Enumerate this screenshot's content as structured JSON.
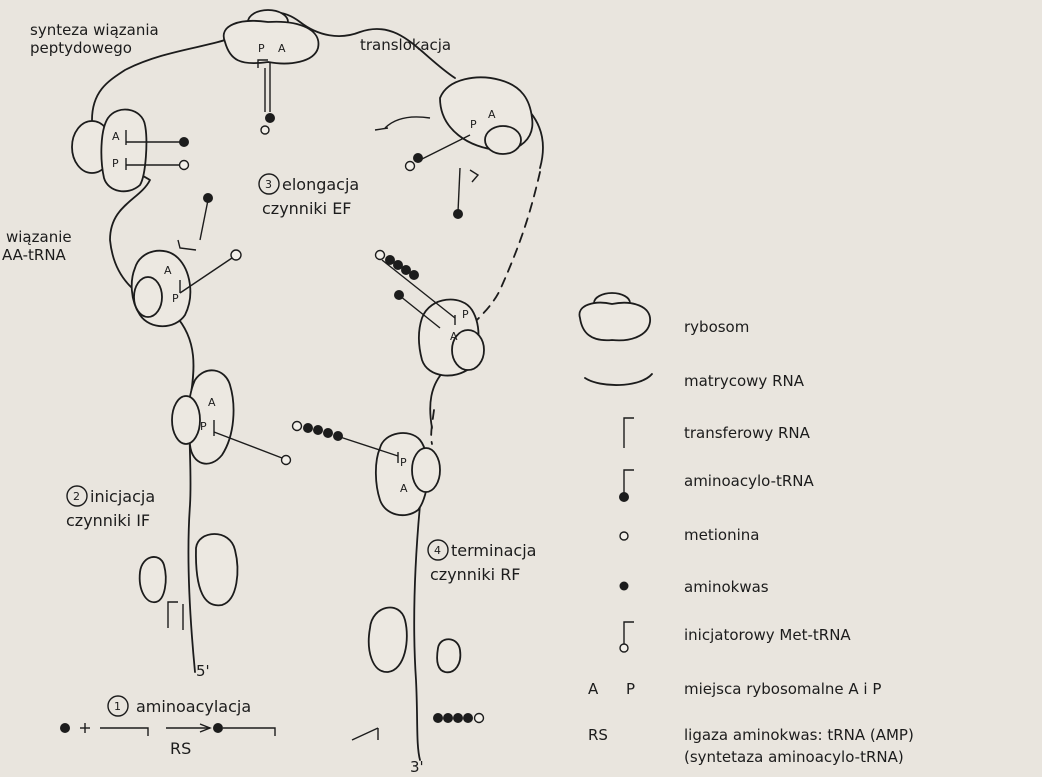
{
  "labels": {
    "peptide_synthesis_line1": "synteza wiązania",
    "peptide_synthesis_line2": "peptydowego",
    "translocation": "translokacja",
    "aa_trna_binding_line1": "wiązanie",
    "aa_trna_binding_line2": "AA-tRNA",
    "elongation_num": "3",
    "elongation_title": "elongacja",
    "elongation_factors": "czynniki EF",
    "initiation_num": "2",
    "initiation_title": "inicjacja",
    "initiation_factors": "czynniki IF",
    "termination_num": "4",
    "termination_title": "terminacja",
    "termination_factors": "czynniki RF",
    "aminoacylation_num": "1",
    "aminoacylation_title": "aminoacylacja",
    "rs_label": "RS",
    "five_prime": "5'",
    "three_prime": "3'",
    "site_a": "A",
    "site_p": "P"
  },
  "legend": {
    "ribosome": "rybosom",
    "mrna": "matrycowy RNA",
    "trna": "transferowy RNA",
    "aa_trna": "aminoacylo-tRNA",
    "methionine": "metionina",
    "amino_acid": "aminokwas",
    "init_met_trna": "inicjatorowy Met-tRNA",
    "sites_symbol_a": "A",
    "sites_symbol_p": "P",
    "sites": "miejsca rybosomalne A i P",
    "rs_symbol": "RS",
    "ligase_line1": "ligaza aminokwas: tRNA (AMP)",
    "ligase_line2": "(syntetaza aminoacylo-tRNA)"
  },
  "colors": {
    "ink": "#1c1c1c",
    "paper": "#e9e5de"
  }
}
